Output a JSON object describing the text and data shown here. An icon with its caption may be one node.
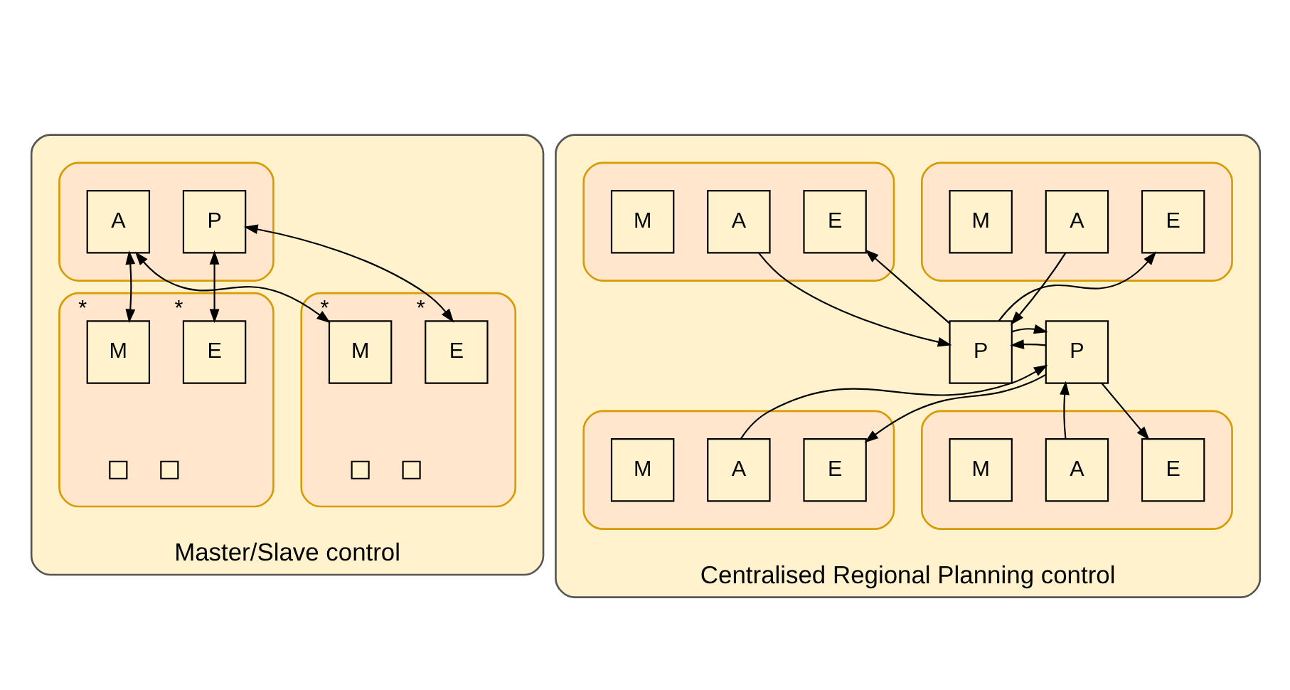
{
  "diagram": {
    "nodes": [
      {
        "text": [
          "Master/Slave control"
        ]
      },
      {
        "text": [],
        "shape": "box",
        "in": 0
      },
      {
        "text": [
          "A"
        ],
        "in": 1
      },
      {
        "text": [
          "P"
        ],
        "in": 1
      },
      {
        "text": [],
        "shape": "box",
        "in": 0
      },
      {
        "text": [
          "M"
        ],
        "in": 4,
        "beside": [
          "*"
        ]
      },
      {
        "text": [
          "E"
        ],
        "in": 4,
        "beside": [
          "*"
        ]
      },
      {
        "text": [],
        "shape": "box",
        "in": 4
      },
      {
        "text": [],
        "shape": "box",
        "in": 4
      },
      {
        "text": [],
        "shape": "box",
        "in": 0
      },
      {
        "text": [
          "M"
        ],
        "in": 9,
        "beside": [
          "*"
        ]
      },
      {
        "text": [
          "E"
        ],
        "in": 9,
        "beside": [
          "*"
        ]
      },
      {
        "text": [],
        "shape": "box",
        "in": 9
      },
      {
        "text": [],
        "shape": "box",
        "in": 9
      },
      {
        "text": [
          "Centralised Regional Planning control"
        ]
      },
      {
        "text": [],
        "shape": "box",
        "in": 14
      },
      {
        "text": [
          "M"
        ],
        "in": 15
      },
      {
        "text": [
          "A"
        ],
        "in": 15
      },
      {
        "text": [
          "E"
        ],
        "in": 15
      },
      {
        "text": [],
        "shape": "box",
        "in": 14
      },
      {
        "text": [
          "M"
        ],
        "in": 19
      },
      {
        "text": [
          "A"
        ],
        "in": 19
      },
      {
        "text": [
          "E"
        ],
        "in": 19
      },
      {
        "text": [
          "P"
        ],
        "in": 14
      },
      {
        "text": [
          "P"
        ],
        "in": 14
      },
      {
        "text": [],
        "shape": "box",
        "in": 14
      },
      {
        "text": [
          "M"
        ],
        "in": 25
      },
      {
        "text": [
          "A"
        ],
        "in": 25
      },
      {
        "text": [
          "E"
        ],
        "in": 25
      },
      {
        "text": [],
        "shape": "box",
        "in": 14
      },
      {
        "text": [
          "M"
        ],
        "in": 29
      },
      {
        "text": [
          "A"
        ],
        "in": 29
      },
      {
        "text": [
          "E"
        ],
        "in": 29
      }
    ],
    "edges": [
      {
        "from": 2,
        "to": 5,
        "arrow": "both"
      },
      {
        "from": 3,
        "to": 6,
        "arrow": "both"
      },
      {
        "from": 2,
        "to": 10,
        "arrow": "both"
      },
      {
        "from": 3,
        "to": 11,
        "arrow": "both"
      },
      {
        "from": 17,
        "to": 23,
        "arrow": "to"
      },
      {
        "from": 23,
        "to": 18,
        "arrow": "to"
      },
      {
        "from": 21,
        "to": 23,
        "arrow": "to"
      },
      {
        "from": 23,
        "to": 22,
        "arrow": "to"
      },
      {
        "from": 24,
        "to": 23,
        "arrow": "to"
      },
      {
        "from": 23,
        "to": 24,
        "arrow": "to"
      },
      {
        "from": 27,
        "to": 24,
        "arrow": "to"
      },
      {
        "from": 24,
        "to": 28,
        "arrow": "to"
      },
      {
        "from": 31,
        "to": 24,
        "arrow": "to"
      },
      {
        "from": 24,
        "to": 32,
        "arrow": "to"
      }
    ]
  }
}
